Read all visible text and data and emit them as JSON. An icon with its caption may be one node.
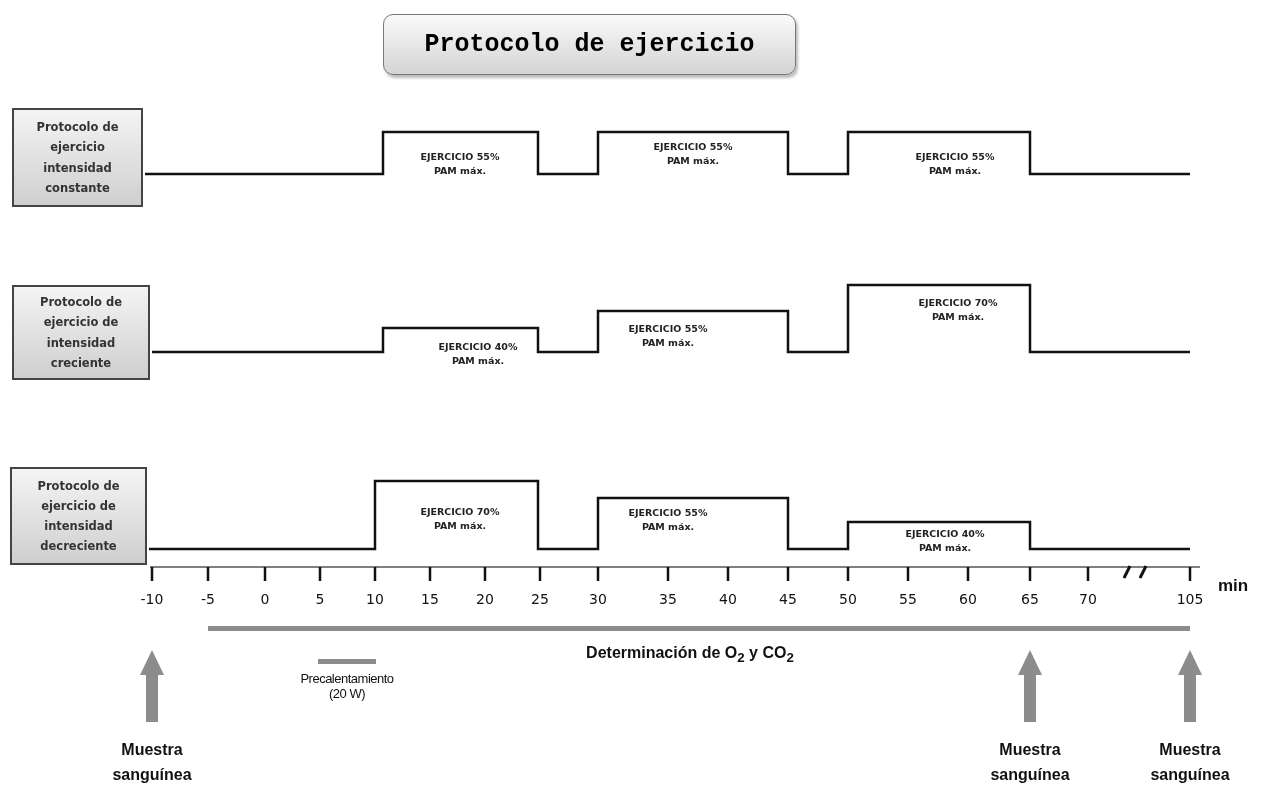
{
  "diagram": {
    "title": "Protocolo de ejercicio",
    "nodes": [
      {
        "text": [
          "Protocolo de ejercicio intensidad constante"
        ]
      },
      {
        "text": [
          "Protocolo de ejercicio de intensidad creciente"
        ]
      },
      {
        "text": [
          "Protocolo de ejercicio de intensidad decreciente"
        ]
      }
    ],
    "labels": [
      "EJERCICIO 55% PAM máx.",
      "EJERCICIO 55% PAM máx.",
      "EJERCICIO 55% PAM máx.",
      "EJERCICIO 40% PAM máx.",
      "EJERCICIO 55% PAM máx.",
      "EJERCICIO 70% PAM máx.",
      "EJERCICIO 70% PAM máx.",
      "EJERCICIO 55% PAM máx.",
      "EJERCICIO 40% PAM máx.",
      "-10",
      "-5",
      "0",
      "5",
      "10",
      "15",
      "20",
      "25",
      "30",
      "35",
      "40",
      "45",
      "50",
      "55",
      "60",
      "65",
      "70",
      "105",
      "min",
      "Determinación de O$_{2}$ y CO$_{2}$",
      "Precalentamiento (20 W)",
      "Muestra sanguínea",
      "Muestra sanguínea",
      "Muestra sanguínea"
    ]
  }
}
